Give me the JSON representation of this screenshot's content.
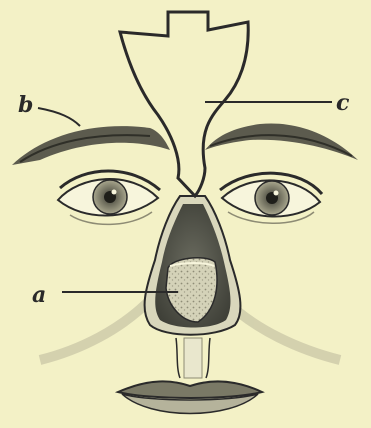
{
  "labels": {
    "a": "a",
    "b": "b",
    "c": "c"
  },
  "colors": {
    "paper": "#f3f1c6",
    "ink": "#2a2a2a",
    "shade": "#8d8b74",
    "dark_tissue": "#4f5147",
    "flap": "#c9c7ad"
  }
}
